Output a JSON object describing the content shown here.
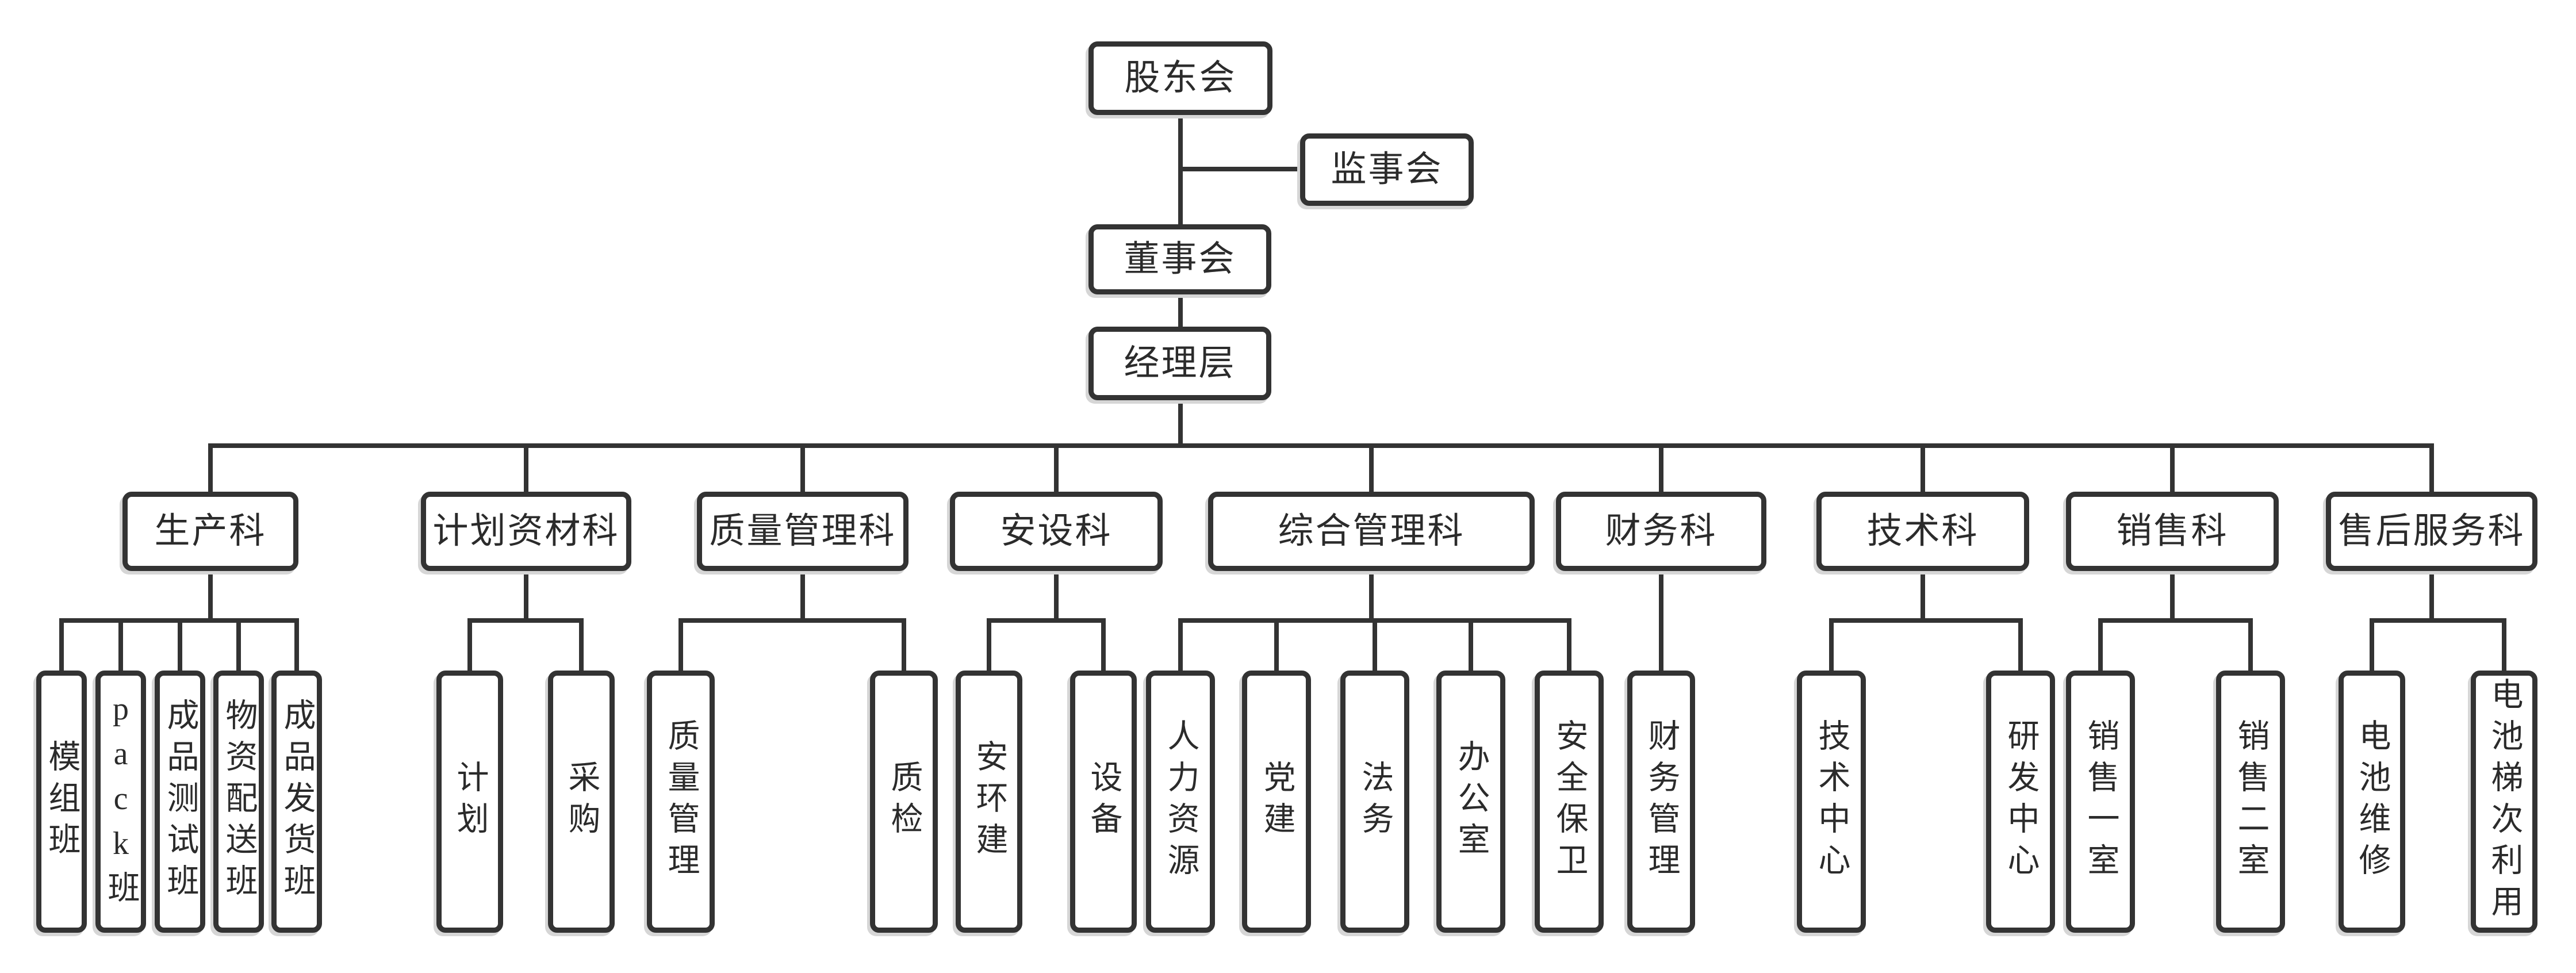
{
  "colors": {
    "line": "#333333",
    "box_border": "#333333",
    "background": "#ffffff",
    "text": "#2b2b2b"
  },
  "governance": {
    "shareholders": {
      "label": "股东会"
    },
    "supervisory_board": {
      "label": "监事会"
    },
    "board_of_directors": {
      "label": "董事会"
    },
    "management": {
      "label": "经理层"
    }
  },
  "departments": [
    {
      "label": "生产科",
      "children": [
        {
          "label": "模组班"
        },
        {
          "label": "pack班"
        },
        {
          "label": "成品测试班"
        },
        {
          "label": "物资配送班"
        },
        {
          "label": "成品发货班"
        }
      ]
    },
    {
      "label": "计划资材科",
      "children": [
        {
          "label": "计划"
        },
        {
          "label": "采购"
        }
      ]
    },
    {
      "label": "质量管理科",
      "children": [
        {
          "label": "质量管理"
        },
        {
          "label": "质检"
        }
      ]
    },
    {
      "label": "安设科",
      "children": [
        {
          "label": "安环建"
        },
        {
          "label": "设备"
        }
      ]
    },
    {
      "label": "综合管理科",
      "children": [
        {
          "label": "人力资源"
        },
        {
          "label": "党建"
        },
        {
          "label": "法务"
        },
        {
          "label": "办公室"
        },
        {
          "label": "安全保卫"
        }
      ]
    },
    {
      "label": "财务科",
      "children": [
        {
          "label": "财务管理"
        }
      ]
    },
    {
      "label": "技术科",
      "children": [
        {
          "label": "技术中心"
        },
        {
          "label": "研发中心"
        }
      ]
    },
    {
      "label": "销售科",
      "children": [
        {
          "label": "销售一室"
        },
        {
          "label": "销售二室"
        }
      ]
    },
    {
      "label": "售后服务科",
      "children": [
        {
          "label": "电池维修"
        },
        {
          "label": "电池梯次利用"
        }
      ]
    }
  ]
}
